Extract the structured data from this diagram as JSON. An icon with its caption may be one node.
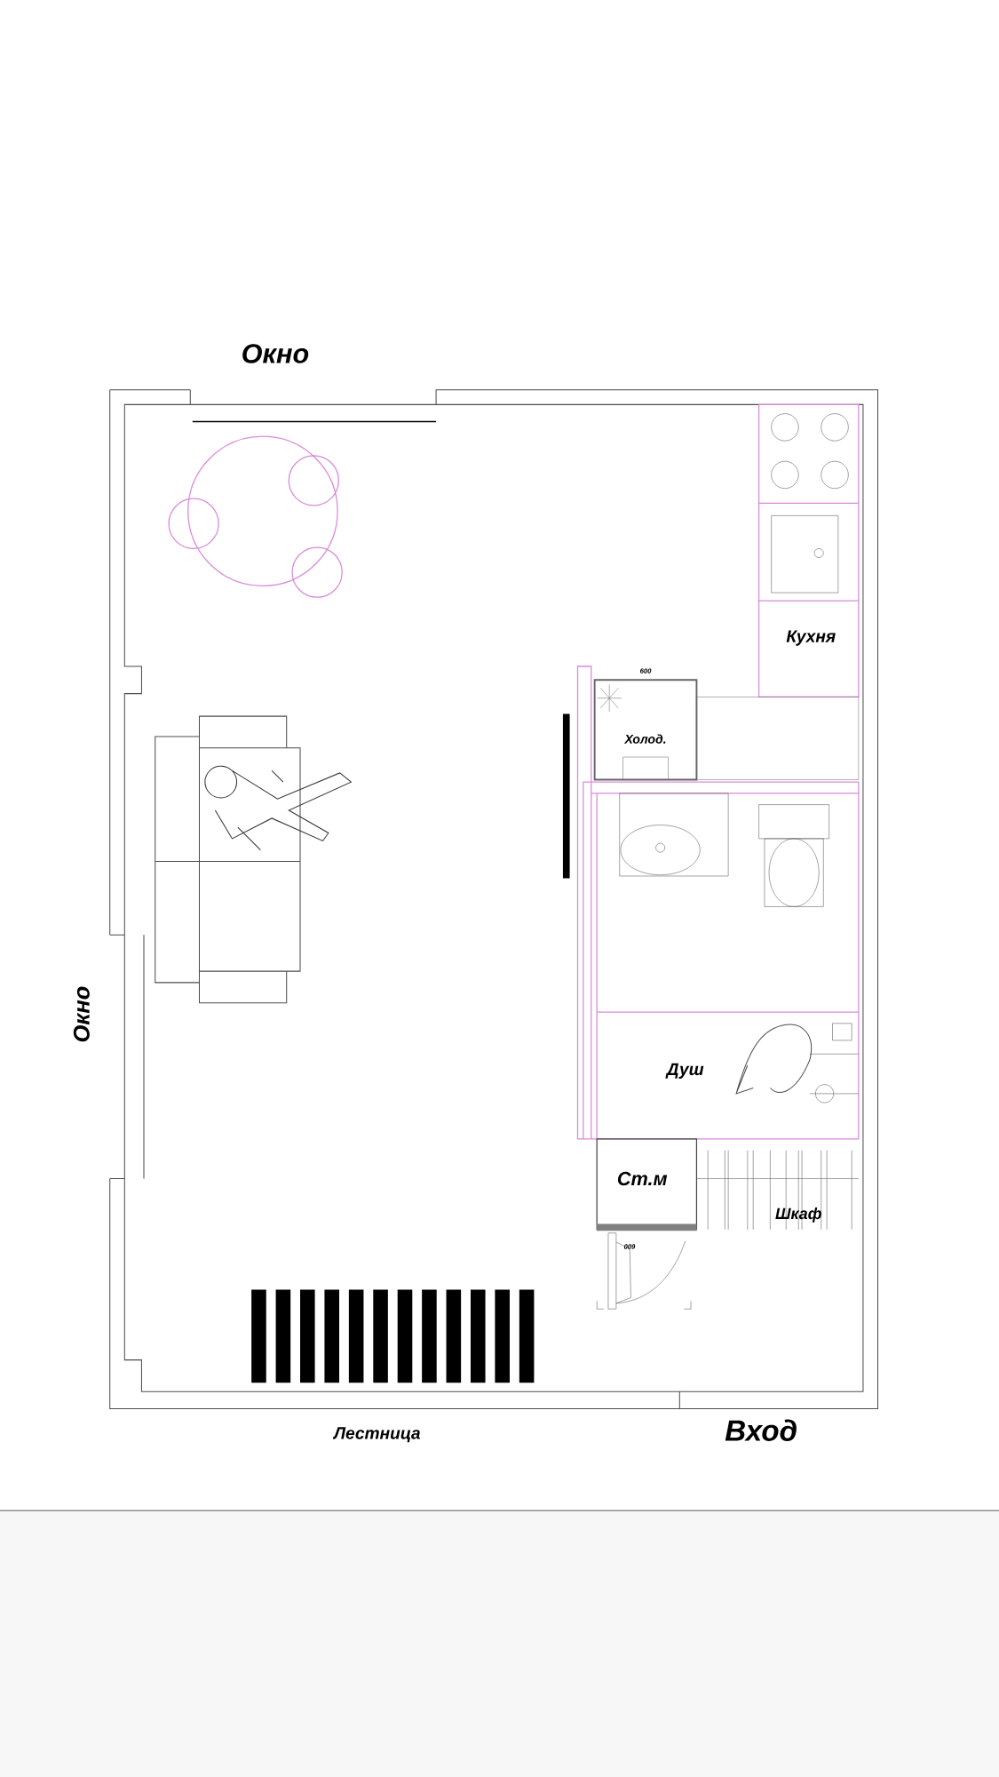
{
  "diagram": {
    "labels": [
      "Окно",
      "Кухня",
      "600",
      "Холод.",
      "Окно",
      "Душ",
      "Ст.м",
      "Шкаф",
      "600",
      "Лестница",
      "Вход"
    ]
  }
}
